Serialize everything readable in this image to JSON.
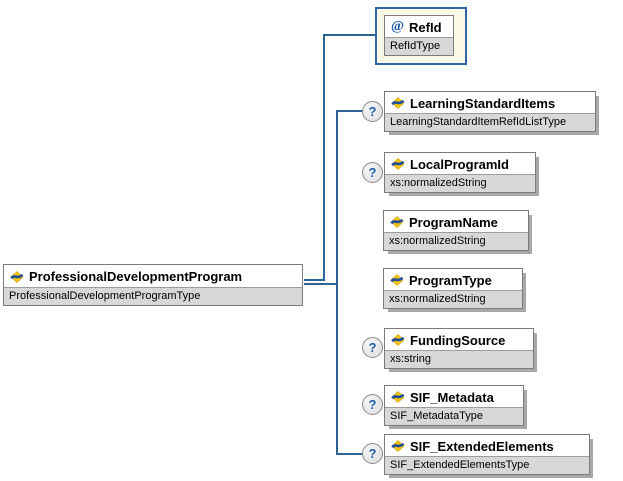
{
  "diagram": {
    "root": {
      "title": "ProfessionalDevelopmentProgram",
      "subtitle": "ProfessionalDevelopmentProgramType"
    },
    "attribute": {
      "icon": "@",
      "title": "RefId",
      "subtitle": "RefIdType"
    },
    "children": [
      {
        "title": "LearningStandardItems",
        "subtitle": "LearningStandardItemRefIdListType",
        "optional": true
      },
      {
        "title": "LocalProgramId",
        "subtitle": "xs:normalizedString",
        "optional": true
      },
      {
        "title": "ProgramName",
        "subtitle": "xs:normalizedString",
        "optional": false
      },
      {
        "title": "ProgramType",
        "subtitle": "xs:normalizedString",
        "optional": false
      },
      {
        "title": "FundingSource",
        "subtitle": "xs:string",
        "optional": true
      },
      {
        "title": "SIF_Metadata",
        "subtitle": "SIF_MetadataType",
        "optional": true
      },
      {
        "title": "SIF_ExtendedElements",
        "subtitle": "SIF_ExtendedElementsType",
        "optional": true
      }
    ],
    "optional_marker": "?",
    "icons": {
      "element": "element-icon",
      "attribute": "attribute-at-icon"
    },
    "colors": {
      "connector": "#2e6395",
      "box_type_row": "#d8d8d8",
      "box_border": "#7b7b7b",
      "attr_container_bg": "#fbfae6",
      "attr_container_border": "#3465a4",
      "shadow": "#a8a8a8",
      "optional_blue": "#1f5fa9"
    }
  }
}
